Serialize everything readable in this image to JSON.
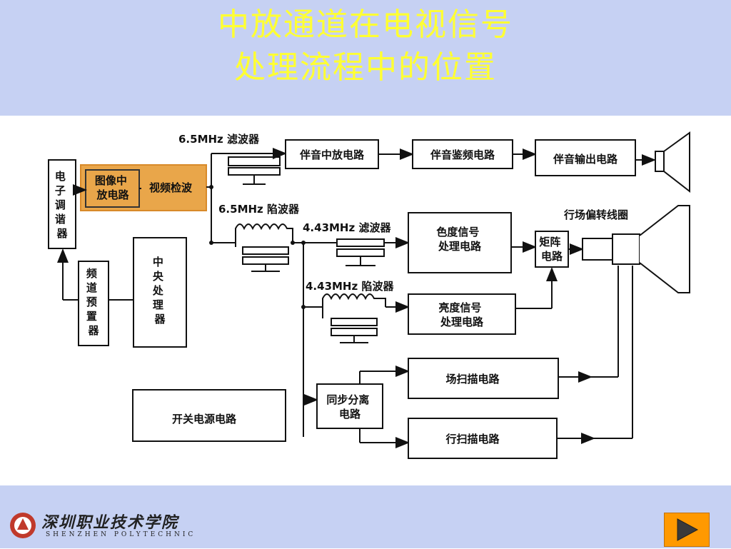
{
  "title": {
    "line1": "中放通道在电视信号",
    "line2": "处理流程中的位置"
  },
  "colors": {
    "header_bg": "#c6d1f3",
    "title": "#ffff33",
    "highlight": "#e9a64a",
    "next_button": "#ff9900"
  },
  "labels": {
    "tuner": [
      "电",
      "子",
      "调",
      "谐",
      "器"
    ],
    "if_amp": [
      "图像中",
      "放电路"
    ],
    "video_detect": "视频检波",
    "preset": [
      "频",
      "道",
      "预",
      "置",
      "器"
    ],
    "cpu": [
      "中",
      "央",
      "处",
      "理",
      "器"
    ],
    "filter_65_band": "6.5MHz 滤波器",
    "filter_65_trap": "6.5MHz 陷波器",
    "filter_443_band": "4.43MHz 滤波器",
    "filter_443_trap": "4.43MHz 陷波器",
    "sound_if": "伴音中放电路",
    "sound_detect": "伴音鉴频电路",
    "sound_out": "伴音输出电路",
    "chroma": [
      "色度信号",
      "处理电路"
    ],
    "luma": [
      "亮度信号",
      "处理电路"
    ],
    "matrix": [
      "矩阵",
      "电路"
    ],
    "yoke": "行场偏转线圈",
    "sync_sep": [
      "同步分离",
      "电路"
    ],
    "vert_scan": "场扫描电路",
    "horiz_scan": "行扫描电路",
    "power": "开关电源电路"
  },
  "footer": {
    "school_cn": "深圳职业技术学院",
    "school_en": "SHENZHEN POLYTECHNIC"
  },
  "nav": {
    "next_icon": "play-triangle-icon"
  }
}
